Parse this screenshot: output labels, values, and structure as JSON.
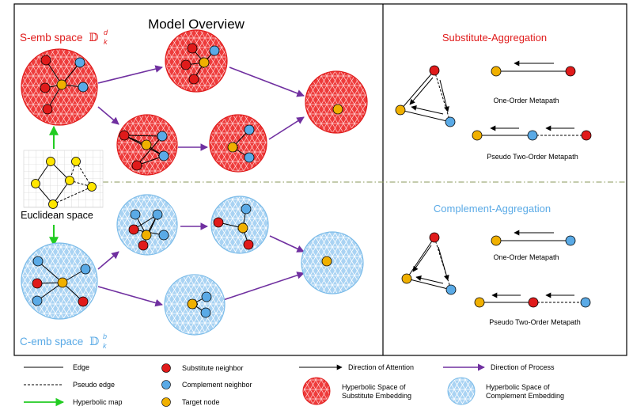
{
  "title": "Model Overview",
  "colors": {
    "substitute": "#e01b1b",
    "complement": "#5aaae6",
    "target": "#f0b000",
    "euclid_node": "#ffe600",
    "process": "#7030a0",
    "hyperbolic_map": "#22cc22",
    "divider": "#8a9a5b"
  },
  "left_panel": {
    "s_space_label": "S-emb space",
    "s_space_symbol": "𝔻",
    "s_space_sup": "d",
    "s_space_sub": "k",
    "c_space_label": "C-emb space",
    "c_space_symbol": "𝔻",
    "c_space_sup": "b",
    "c_space_sub": "k",
    "euclidean_label": "Euclidean space"
  },
  "right_panel": {
    "substitute_title": "Substitute-Aggregation",
    "complement_title": "Complement-Aggregation",
    "one_order_label": "One-Order Metapath",
    "pseudo_two_order_label": "Pseudo Two-Order Metapath"
  },
  "legend": {
    "edge": "Edge",
    "pseudo_edge": "Pseudo edge",
    "hyperbolic_map": "Hyperbolic map",
    "substitute_neighbor": "Substitute neighbor",
    "complement_neighbor": "Complement neighbor",
    "target_node": "Target node",
    "direction_attention": "Direction of Attention",
    "direction_process": "Direction of Process",
    "hyp_sub_line1": "Hyperbolic Space of",
    "hyp_sub_line2": "Substitute Embedding",
    "hyp_comp_line1": "Hyperbolic Space of",
    "hyp_comp_line2": "Complement Embedding"
  }
}
